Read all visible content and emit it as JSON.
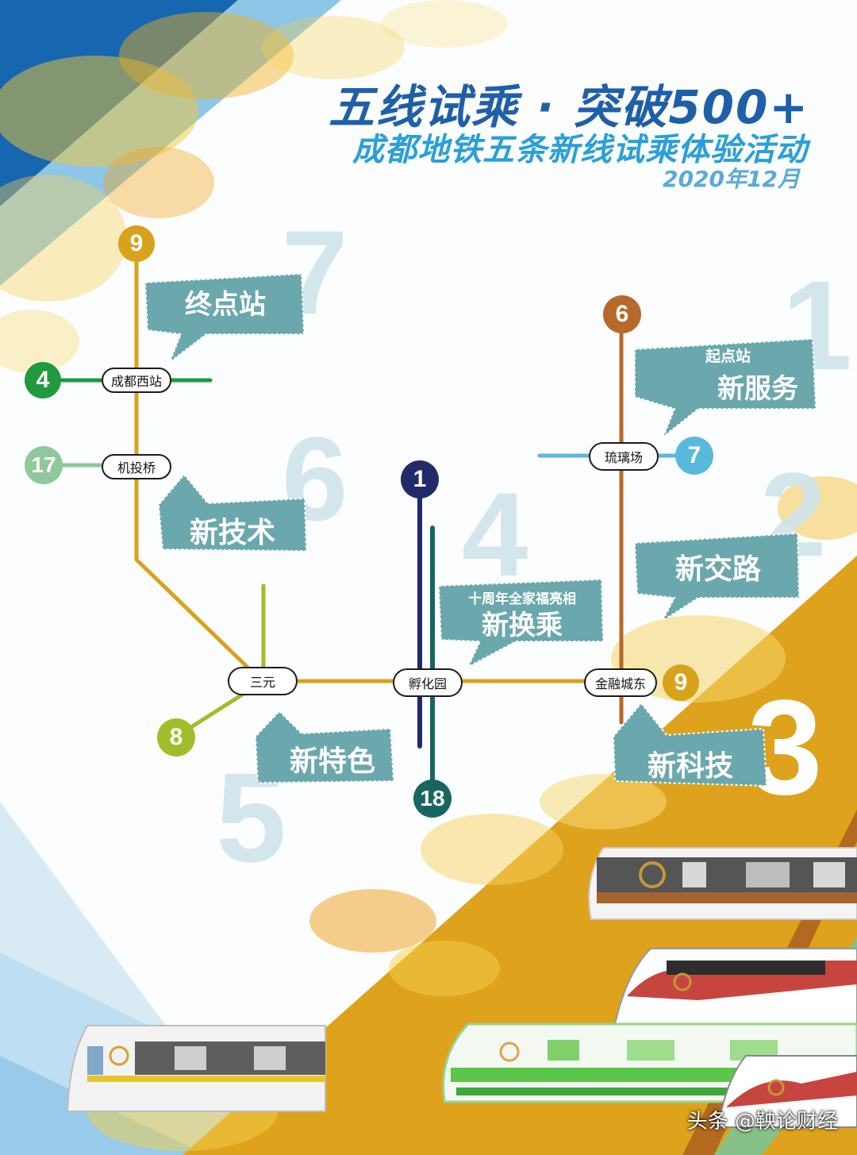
{
  "header": {
    "title": "五线试乘 · 突破500+",
    "subtitle": "成都地铁五条新线试乘体验活动",
    "date": "2020年12月"
  },
  "stations": {
    "chengdu_west": "成都西站",
    "jitouqiao": "机投桥",
    "sanyuan": "三元",
    "fuhuayuan": "孵化园",
    "liulichang": "琉璃场",
    "jinrong_chengdong": "金融城东"
  },
  "lines": [
    {
      "number": "9",
      "color": "#d9a21b"
    },
    {
      "number": "4",
      "color": "#1f9a3f"
    },
    {
      "number": "17",
      "color": "#8fc89a"
    },
    {
      "number": "8",
      "color": "#9fbe2a"
    },
    {
      "number": "1",
      "color": "#232a6b"
    },
    {
      "number": "18",
      "color": "#176660"
    },
    {
      "number": "6",
      "color": "#b8682a"
    },
    {
      "number": "7",
      "color": "#5ab8dc"
    }
  ],
  "badges": {
    "line9_top": "9",
    "line4": "4",
    "line17": "17",
    "line8": "8",
    "line1": "1",
    "line18": "18",
    "line6": "6",
    "line7": "7",
    "line9_right": "9"
  },
  "bubbles": {
    "terminal": "终点站",
    "new_service_small": "起点站",
    "new_service": "新服务",
    "new_tech": "新技术",
    "new_route": "新交路",
    "new_transfer_small": "十周年全家福亮相",
    "new_transfer": "新换乘",
    "new_feature": "新特色",
    "new_science": "新科技"
  },
  "big_numbers": {
    "n1": "1",
    "n2": "2",
    "n3": "3",
    "n4": "4",
    "n5": "5",
    "n6": "6",
    "n7": "7"
  },
  "watermark": "头条 @鞅论财经",
  "colors": {
    "bubble": "#6aa8ad",
    "title_dark": "#1f5fa8",
    "title_light": "#2a9fd8",
    "gold_band": "#dea21c"
  }
}
